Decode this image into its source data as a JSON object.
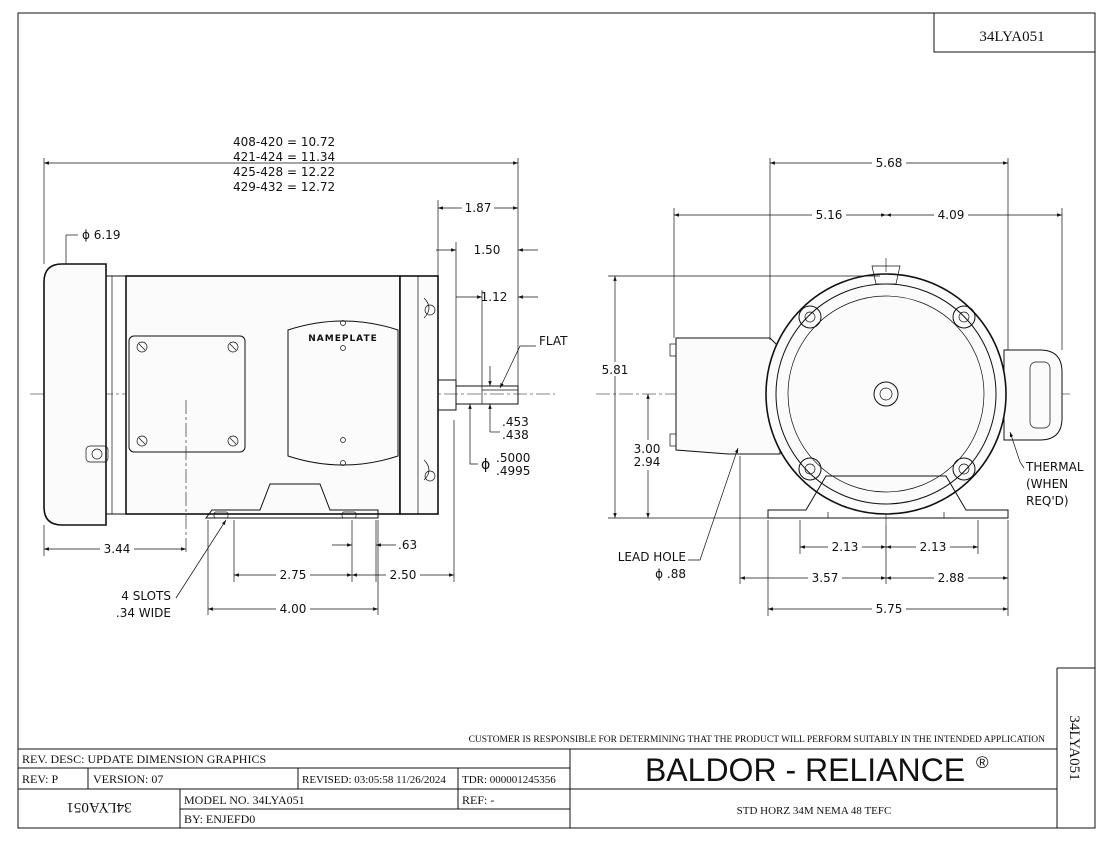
{
  "corner_id": "34LYA051",
  "side_id": "34LYA051",
  "mirror_id": "34LYA051",
  "side_view": {
    "length_table": [
      "408-420 = 10.72",
      "421-424 = 11.34",
      "425-428 = 12.22",
      "429-432 = 12.72"
    ],
    "dia_frame": "ϕ 6.19",
    "dim_187": "1.87",
    "dim_150": "1.50",
    "dim_112": "1.12",
    "flat": "FLAT",
    "dim_453": ".453",
    "dim_438": ".438",
    "shaft_dia_sym": "ϕ",
    "shaft_5000": ".5000",
    "shaft_4995": ".4995",
    "dim_344": "3.44",
    "dim_063": ".63",
    "dim_275": "2.75",
    "dim_250": "2.50",
    "dim_400": "4.00",
    "slots_line1": "4 SLOTS",
    "slots_line2": ".34 WIDE",
    "nameplate": "NAMEPLATE"
  },
  "end_view": {
    "dim_568": "5.68",
    "dim_516": "5.16",
    "dim_409": "4.09",
    "dim_581": "5.81",
    "dim_300": "3.00",
    "dim_294": "2.94",
    "thermal_1": "THERMAL",
    "thermal_2": "(WHEN",
    "thermal_3": "REQ'D)",
    "lead_1": "LEAD HOLE",
    "lead_2": "ϕ .88",
    "dim_213a": "2.13",
    "dim_213b": "2.13",
    "dim_357": "3.57",
    "dim_288": "2.88",
    "dim_575": "5.75"
  },
  "disclaimer": "CUSTOMER IS RESPONSIBLE FOR DETERMINING THAT THE PRODUCT WILL PERFORM SUITABLY IN THE INTENDED APPLICATION",
  "title_block": {
    "rev_desc": "REV. DESC: UPDATE DIMENSION GRAPHICS",
    "rev": "REV:  P",
    "version": "VERSION: 07",
    "revised": "REVISED: 03:05:58 11/26/2024",
    "tdr": "TDR: 000001245356",
    "model_no": "MODEL NO. 34LYA051",
    "ref": "REF:  -",
    "by": "BY:    ENJEFD0",
    "brand": "BALDOR - RELIANCE",
    "brand_mark": "®",
    "description": "STD HORZ 34M NEMA 48 TEFC"
  }
}
